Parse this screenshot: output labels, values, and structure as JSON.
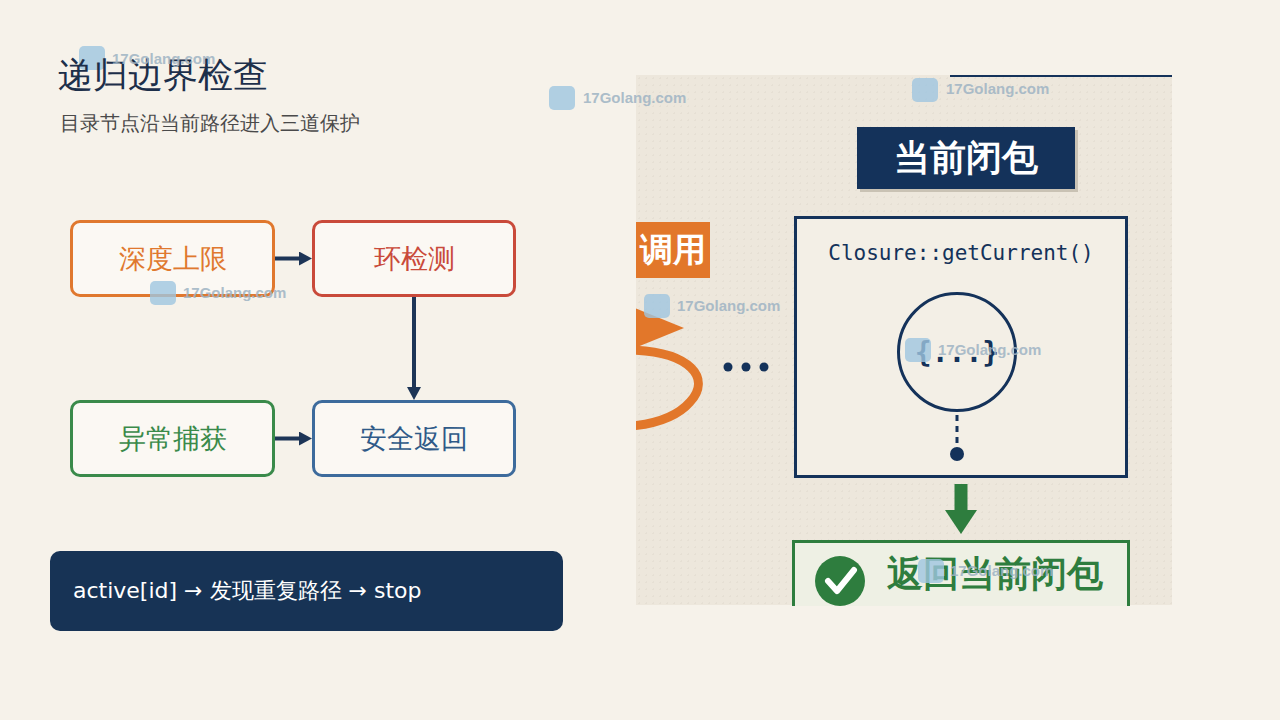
{
  "diagram": {
    "title": "递归边界检查",
    "nodes": [
      {
        "text": [
          "深度上限"
        ]
      },
      {
        "text": [
          "环检测"
        ]
      },
      {
        "text": [
          "异常捕获"
        ]
      },
      {
        "text": [
          "安全返回"
        ]
      },
      {
        "text": [
          "active[id] → 发现重复路径 → stop"
        ]
      },
      {
        "text": [
          "调用"
        ]
      },
      {
        "text": [
          "当前闭包"
        ]
      },
      {
        "text": [
          "Closure::getCurrent()"
        ]
      },
      {
        "text": [
          "{...}"
        ],
        "in": 7
      },
      {
        "text": [
          "返回当前闭包"
        ]
      }
    ],
    "edges": [
      {
        "from": 0,
        "to": 1,
        "arrow": "to"
      },
      {
        "from": 1,
        "to": 3,
        "arrow": "to"
      },
      {
        "from": 2,
        "to": 3,
        "arrow": "to"
      },
      {
        "from": 7,
        "to": 9,
        "arrow": "to"
      }
    ],
    "labels": [
      "目录节点沿当前路径进入三道保护",
      "17Golang.com",
      "17Golang.com",
      "17Golang.com",
      "17Golang.com",
      "17Golang.com",
      "17Golang.com",
      "17Golang.com"
    ]
  }
}
